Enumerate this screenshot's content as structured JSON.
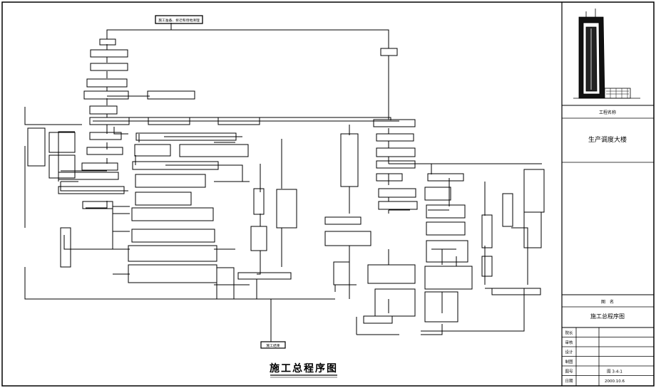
{
  "drawing": {
    "main_title": "施工总程序图",
    "start_box": "施工准备、拆迁和场地清理",
    "finish_box": "施工结束"
  },
  "title_block": {
    "project_name_label": "工程名称",
    "project_name": "生产调度大楼",
    "drawing_name_label": "图　名",
    "drawing_name": "施工总程序图",
    "rows": [
      {
        "label": "院长",
        "value": ""
      },
      {
        "label": "审核",
        "value": ""
      },
      {
        "label": "设计",
        "value": ""
      },
      {
        "label": "制图",
        "value": ""
      },
      {
        "label": "图号",
        "value": "图 3-4-1"
      },
      {
        "label": "日期",
        "value": "2000.10.6"
      }
    ]
  }
}
